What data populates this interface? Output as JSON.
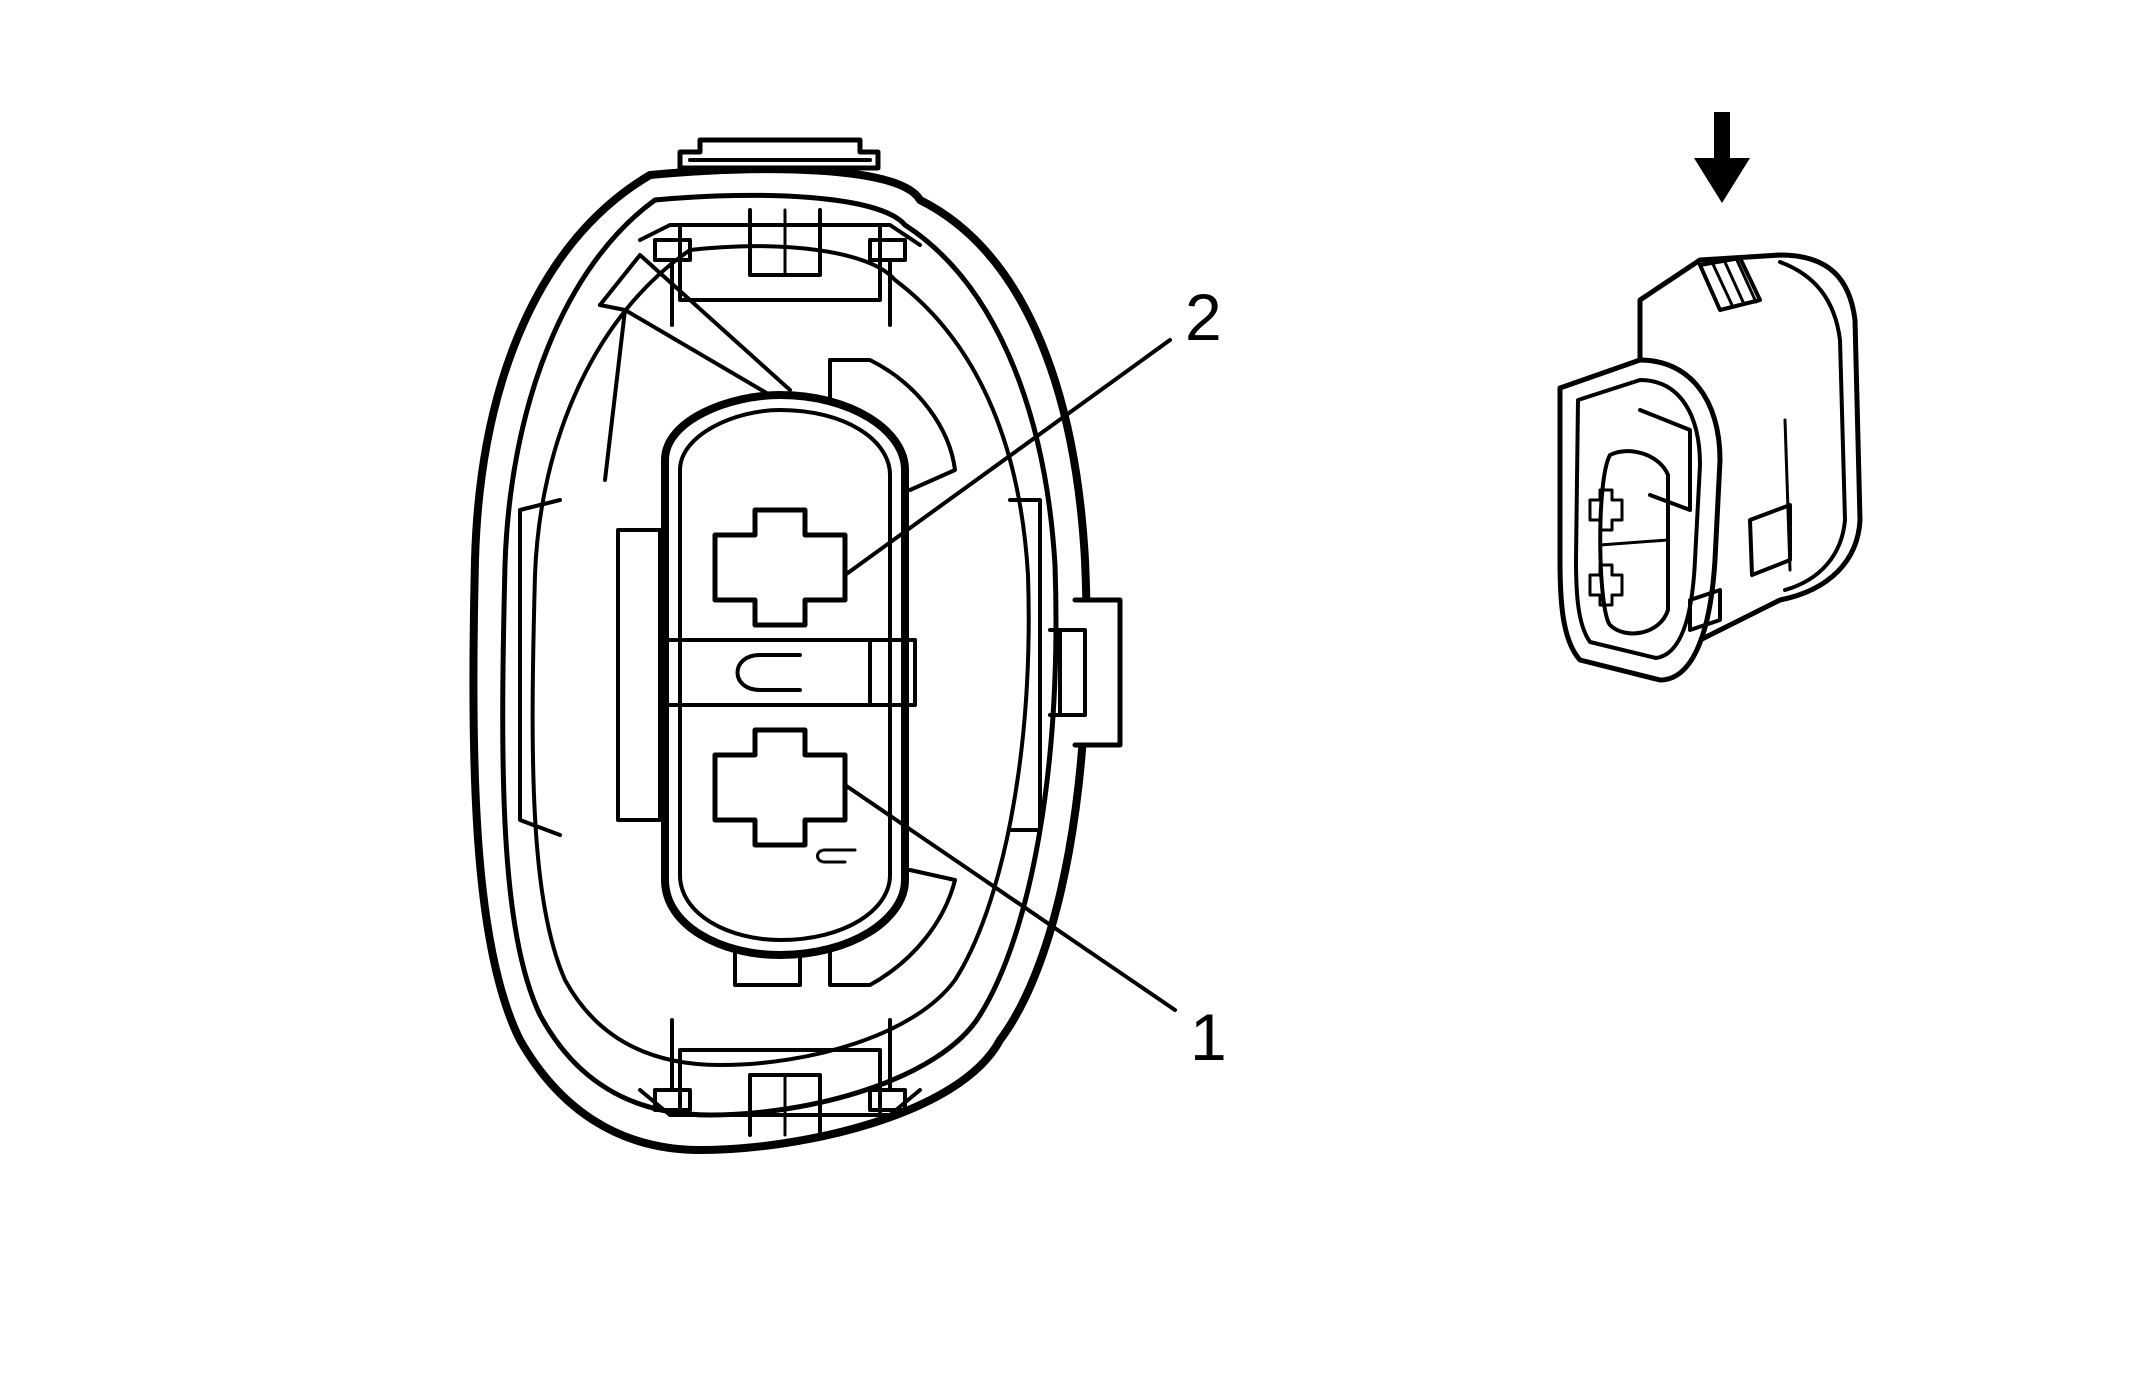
{
  "diagram": {
    "colors": {
      "line": "#000000",
      "background": "#ffffff"
    },
    "callouts": [
      {
        "id": "2",
        "label": "2"
      },
      {
        "id": "1",
        "label": "1"
      }
    ],
    "views": [
      "connector-face-view",
      "connector-isometric-view"
    ],
    "indicator": "arrow-down-icon"
  }
}
